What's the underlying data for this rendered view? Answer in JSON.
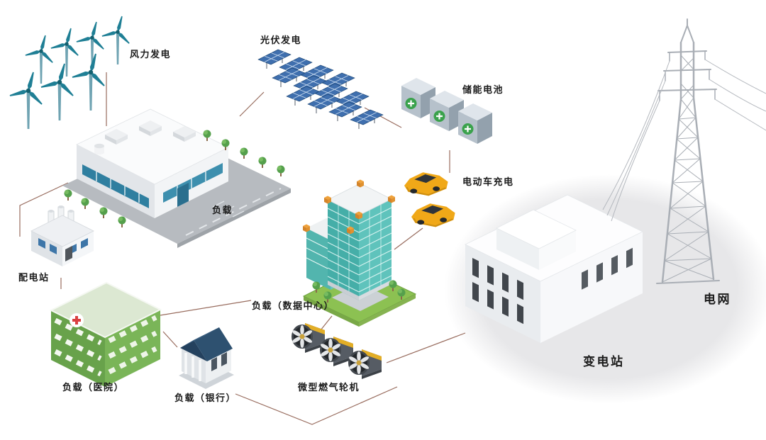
{
  "diagram": {
    "type": "microgrid-energy-system",
    "labels": {
      "wind": "风力发电",
      "solar": "光伏发电",
      "battery": "储能电池",
      "ev_charging": "电动车充电",
      "load_factory": "负载",
      "distribution_station": "配电站",
      "load_hospital": "负载（医院）",
      "load_bank": "负载（银行）",
      "load_datacenter": "负载（数据中心）",
      "micro_gas_turbine": "微型燃气轮机",
      "substation": "变电站",
      "power_grid": "电网"
    },
    "connections": [
      [
        "风力发电",
        "负载"
      ],
      [
        "光伏发电",
        "负载"
      ],
      [
        "光伏发电",
        "储能电池"
      ],
      [
        "储能电池",
        "电动车充电"
      ],
      [
        "电动车充电",
        "负载（数据中心）"
      ],
      [
        "负载",
        "配电站"
      ],
      [
        "配电站",
        "负载（医院）"
      ],
      [
        "负载（医院）",
        "负载（银行）"
      ],
      [
        "负载（医院）",
        "负载（数据中心）"
      ],
      [
        "负载（银行）",
        "微型燃气轮机"
      ],
      [
        "负载（数据中心）",
        "微型燃气轮机"
      ],
      [
        "微型燃气轮机",
        "变电站"
      ],
      [
        "变电站",
        "电网"
      ]
    ],
    "colors": {
      "background": "#ffffff",
      "connection_line": "#8d5c4c",
      "label_text": "#1b1b1b",
      "highlight_ellipse": "#e7e7e9",
      "wind_turbine_teal": "#1f7f95",
      "solar_panel_blue": "#3f6fae",
      "battery_green": "#3aa24c",
      "ev_car_yellow": "#f0a818",
      "datacenter_glass_teal": "#45aea8",
      "datacenter_orange": "#e0912f",
      "hospital_green": "#68a24b",
      "hospital_cross_red": "#d94040",
      "bank_roof_blue": "#2e5170",
      "gas_turbine_yellow": "#e3ae26",
      "tower_gray": "#a9aeb5"
    }
  }
}
